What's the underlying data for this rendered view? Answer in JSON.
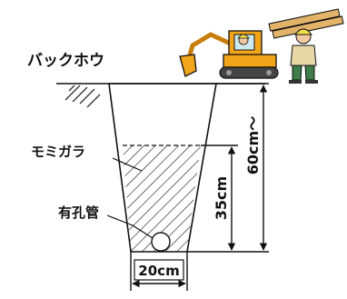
{
  "title": "バックホウ",
  "labels": {
    "chaff": "モミガラ",
    "perforated_pipe": "有孔管",
    "bottom_width": "20cm",
    "fill_depth": "35cm",
    "trench_depth": "60cm～"
  },
  "illustrations": {
    "machine": "backhoe-excavator",
    "worker_operator": "hardhat-operator",
    "worker_carrier": "hardhat-worker-carrying-lumber"
  },
  "colors": {
    "ink": "#111111",
    "machine_body": "#f2a51a",
    "machine_dark": "#c77d0a",
    "helmet": "#f4e04d",
    "worker_shirt": "#e8d8a8",
    "worker_pants": "#3f7d4a",
    "lumber": "#e2b46a"
  }
}
